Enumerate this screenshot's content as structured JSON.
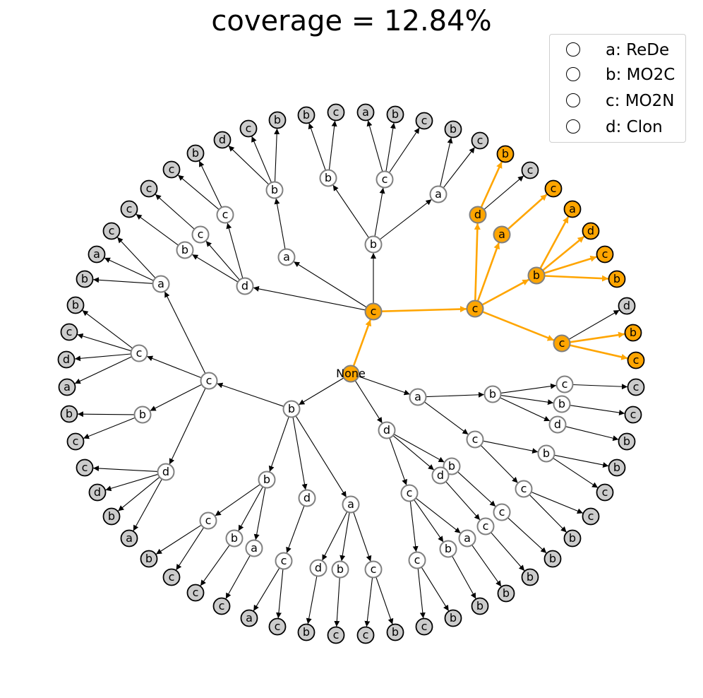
{
  "title": "coverage = 12.84%",
  "legend": [
    {
      "label": "a: ReDe"
    },
    {
      "label": "b: MO2C"
    },
    {
      "label": "c: MO2N"
    },
    {
      "label": "d: Clon"
    }
  ],
  "colors": {
    "highlight": "#ffa500",
    "leaf": "#cccccc",
    "internal": "#ffffff",
    "edge": "#000000",
    "highlight_node_border": "#808080"
  },
  "tree": {
    "root": {
      "id": "root",
      "label": "None",
      "hl": true
    },
    "nodes": [
      {
        "id": "c1",
        "parent": "root",
        "label": "c",
        "hl": true
      },
      {
        "id": "b1",
        "parent": "root",
        "label": "b"
      },
      {
        "id": "a1",
        "parent": "root",
        "label": "a"
      },
      {
        "id": "d1",
        "parent": "root",
        "label": "d"
      },
      {
        "id": "c1c",
        "parent": "c1",
        "label": "c",
        "hl": true
      },
      {
        "id": "c1b",
        "parent": "c1",
        "label": "b"
      },
      {
        "id": "c1a",
        "parent": "c1",
        "label": "a"
      },
      {
        "id": "c1d",
        "parent": "c1",
        "label": "d"
      },
      {
        "id": "c1cd",
        "parent": "c1c",
        "label": "d",
        "hl": true
      },
      {
        "id": "c1ca",
        "parent": "c1c",
        "label": "a",
        "hl": true
      },
      {
        "id": "c1cb",
        "parent": "c1c",
        "label": "b",
        "hl": true
      },
      {
        "id": "c1cc",
        "parent": "c1c",
        "label": "c",
        "hl": true
      },
      {
        "id": "l1",
        "parent": "c1cd",
        "label": "b",
        "leaf": true,
        "hl": true
      },
      {
        "id": "l2",
        "parent": "c1cd",
        "label": "c",
        "leaf": true
      },
      {
        "id": "l3",
        "parent": "c1ca",
        "label": "c",
        "leaf": true,
        "hl": true
      },
      {
        "id": "l4",
        "parent": "c1cb",
        "label": "a",
        "leaf": true,
        "hl": true
      },
      {
        "id": "l5",
        "parent": "c1cb",
        "label": "d",
        "leaf": true,
        "hl": true
      },
      {
        "id": "l6",
        "parent": "c1cb",
        "label": "c",
        "leaf": true,
        "hl": true
      },
      {
        "id": "l7",
        "parent": "c1cb",
        "label": "b",
        "leaf": true,
        "hl": true
      },
      {
        "id": "l8",
        "parent": "c1cc",
        "label": "d",
        "leaf": true
      },
      {
        "id": "l9",
        "parent": "c1cc",
        "label": "b",
        "leaf": true,
        "hl": true
      },
      {
        "id": "l10",
        "parent": "c1cc",
        "label": "c",
        "leaf": true,
        "hl": true
      },
      {
        "id": "c1bb",
        "parent": "c1b",
        "label": "b"
      },
      {
        "id": "c1bc",
        "parent": "c1b",
        "label": "c"
      },
      {
        "id": "c1ba",
        "parent": "c1b",
        "label": "a"
      },
      {
        "id": "l11",
        "parent": "c1bb",
        "label": "b",
        "leaf": true
      },
      {
        "id": "l12",
        "parent": "c1bb",
        "label": "c",
        "leaf": true
      },
      {
        "id": "l13",
        "parent": "c1bc",
        "label": "a",
        "leaf": true
      },
      {
        "id": "l14",
        "parent": "c1bc",
        "label": "b",
        "leaf": true
      },
      {
        "id": "l15",
        "parent": "c1bc",
        "label": "c",
        "leaf": true
      },
      {
        "id": "l16",
        "parent": "c1ba",
        "label": "b",
        "leaf": true
      },
      {
        "id": "l17",
        "parent": "c1ba",
        "label": "c",
        "leaf": true
      },
      {
        "id": "c1ab",
        "parent": "c1a",
        "label": "b"
      },
      {
        "id": "l18",
        "parent": "c1ab",
        "label": "d",
        "leaf": true
      },
      {
        "id": "l19",
        "parent": "c1ab",
        "label": "c",
        "leaf": true
      },
      {
        "id": "l20",
        "parent": "c1ab",
        "label": "b",
        "leaf": true
      },
      {
        "id": "c1dc1",
        "parent": "c1d",
        "label": "c"
      },
      {
        "id": "c1dc2",
        "parent": "c1d",
        "label": "c"
      },
      {
        "id": "c1db",
        "parent": "c1d",
        "label": "b"
      },
      {
        "id": "l21",
        "parent": "c1dc1",
        "label": "b",
        "leaf": true
      },
      {
        "id": "l22",
        "parent": "c1dc1",
        "label": "c",
        "leaf": true
      },
      {
        "id": "l23",
        "parent": "c1dc2",
        "label": "c",
        "leaf": true
      },
      {
        "id": "l24",
        "parent": "c1db",
        "label": "c",
        "leaf": true
      },
      {
        "id": "b1c",
        "parent": "b1",
        "label": "c"
      },
      {
        "id": "b1b",
        "parent": "b1",
        "label": "b"
      },
      {
        "id": "b1d",
        "parent": "b1",
        "label": "d"
      },
      {
        "id": "b1a",
        "parent": "b1",
        "label": "a"
      },
      {
        "id": "b1ca",
        "parent": "b1c",
        "label": "a"
      },
      {
        "id": "b1cc",
        "parent": "b1c",
        "label": "c"
      },
      {
        "id": "b1cb",
        "parent": "b1c",
        "label": "b"
      },
      {
        "id": "b1cd",
        "parent": "b1c",
        "label": "d"
      },
      {
        "id": "l25",
        "parent": "b1ca",
        "label": "c",
        "leaf": true
      },
      {
        "id": "l26",
        "parent": "b1ca",
        "label": "a",
        "leaf": true
      },
      {
        "id": "l27",
        "parent": "b1ca",
        "label": "b",
        "leaf": true
      },
      {
        "id": "l28",
        "parent": "b1cc",
        "label": "b",
        "leaf": true
      },
      {
        "id": "l29",
        "parent": "b1cc",
        "label": "c",
        "leaf": true
      },
      {
        "id": "l30",
        "parent": "b1cc",
        "label": "d",
        "leaf": true
      },
      {
        "id": "l31",
        "parent": "b1cc",
        "label": "a",
        "leaf": true
      },
      {
        "id": "l32",
        "parent": "b1cb",
        "label": "b",
        "leaf": true
      },
      {
        "id": "l33",
        "parent": "b1cb",
        "label": "c",
        "leaf": true
      },
      {
        "id": "l34",
        "parent": "b1cd",
        "label": "c",
        "leaf": true
      },
      {
        "id": "l35",
        "parent": "b1cd",
        "label": "d",
        "leaf": true
      },
      {
        "id": "l36",
        "parent": "b1cd",
        "label": "b",
        "leaf": true
      },
      {
        "id": "l37",
        "parent": "b1cd",
        "label": "a",
        "leaf": true
      },
      {
        "id": "b1bc",
        "parent": "b1b",
        "label": "c"
      },
      {
        "id": "b1bb",
        "parent": "b1b",
        "label": "b"
      },
      {
        "id": "b1ba",
        "parent": "b1b",
        "label": "a"
      },
      {
        "id": "l38",
        "parent": "b1bc",
        "label": "b",
        "leaf": true
      },
      {
        "id": "l39",
        "parent": "b1bc",
        "label": "c",
        "leaf": true
      },
      {
        "id": "l40",
        "parent": "b1bb",
        "label": "c",
        "leaf": true
      },
      {
        "id": "l41",
        "parent": "b1ba",
        "label": "c",
        "leaf": true
      },
      {
        "id": "b1dc",
        "parent": "b1d",
        "label": "c"
      },
      {
        "id": "l42",
        "parent": "b1dc",
        "label": "a",
        "leaf": true
      },
      {
        "id": "l43",
        "parent": "b1dc",
        "label": "c",
        "leaf": true
      },
      {
        "id": "b1ad",
        "parent": "b1a",
        "label": "d"
      },
      {
        "id": "b1ab",
        "parent": "b1a",
        "label": "b"
      },
      {
        "id": "b1ac",
        "parent": "b1a",
        "label": "c"
      },
      {
        "id": "l44",
        "parent": "b1ad",
        "label": "b",
        "leaf": true
      },
      {
        "id": "l45",
        "parent": "b1ab",
        "label": "c",
        "leaf": true
      },
      {
        "id": "l46",
        "parent": "b1ac",
        "label": "c",
        "leaf": true
      },
      {
        "id": "l47",
        "parent": "b1ac",
        "label": "b",
        "leaf": true
      },
      {
        "id": "a1b",
        "parent": "a1",
        "label": "b"
      },
      {
        "id": "a1c",
        "parent": "a1",
        "label": "c"
      },
      {
        "id": "a1bc",
        "parent": "a1b",
        "label": "c"
      },
      {
        "id": "a1bb",
        "parent": "a1b",
        "label": "b"
      },
      {
        "id": "a1bd",
        "parent": "a1b",
        "label": "d"
      },
      {
        "id": "l48",
        "parent": "a1bc",
        "label": "c",
        "leaf": true
      },
      {
        "id": "l49",
        "parent": "a1bb",
        "label": "c",
        "leaf": true
      },
      {
        "id": "l50",
        "parent": "a1bd",
        "label": "b",
        "leaf": true
      },
      {
        "id": "a1cb",
        "parent": "a1c",
        "label": "b"
      },
      {
        "id": "a1cc",
        "parent": "a1c",
        "label": "c"
      },
      {
        "id": "l51",
        "parent": "a1cb",
        "label": "b",
        "leaf": true
      },
      {
        "id": "l52",
        "parent": "a1cb",
        "label": "c",
        "leaf": true
      },
      {
        "id": "l53",
        "parent": "a1cc",
        "label": "c",
        "leaf": true
      },
      {
        "id": "l54",
        "parent": "a1cc",
        "label": "b",
        "leaf": true
      },
      {
        "id": "d1b",
        "parent": "d1",
        "label": "b"
      },
      {
        "id": "d1d",
        "parent": "d1",
        "label": "d"
      },
      {
        "id": "d1c",
        "parent": "d1",
        "label": "c"
      },
      {
        "id": "d1bc",
        "parent": "d1b",
        "label": "c"
      },
      {
        "id": "l55",
        "parent": "d1bc",
        "label": "b",
        "leaf": true
      },
      {
        "id": "d1dc",
        "parent": "d1d",
        "label": "c"
      },
      {
        "id": "l56",
        "parent": "d1dc",
        "label": "b",
        "leaf": true
      },
      {
        "id": "d1ca",
        "parent": "d1c",
        "label": "a"
      },
      {
        "id": "d1cb",
        "parent": "d1c",
        "label": "b"
      },
      {
        "id": "d1cc",
        "parent": "d1c",
        "label": "c"
      },
      {
        "id": "l57",
        "parent": "d1ca",
        "label": "b",
        "leaf": true
      },
      {
        "id": "l58",
        "parent": "d1cb",
        "label": "b",
        "leaf": true
      },
      {
        "id": "l59",
        "parent": "d1cc",
        "label": "b",
        "leaf": true
      },
      {
        "id": "l60",
        "parent": "d1cc",
        "label": "c",
        "leaf": true
      }
    ]
  }
}
